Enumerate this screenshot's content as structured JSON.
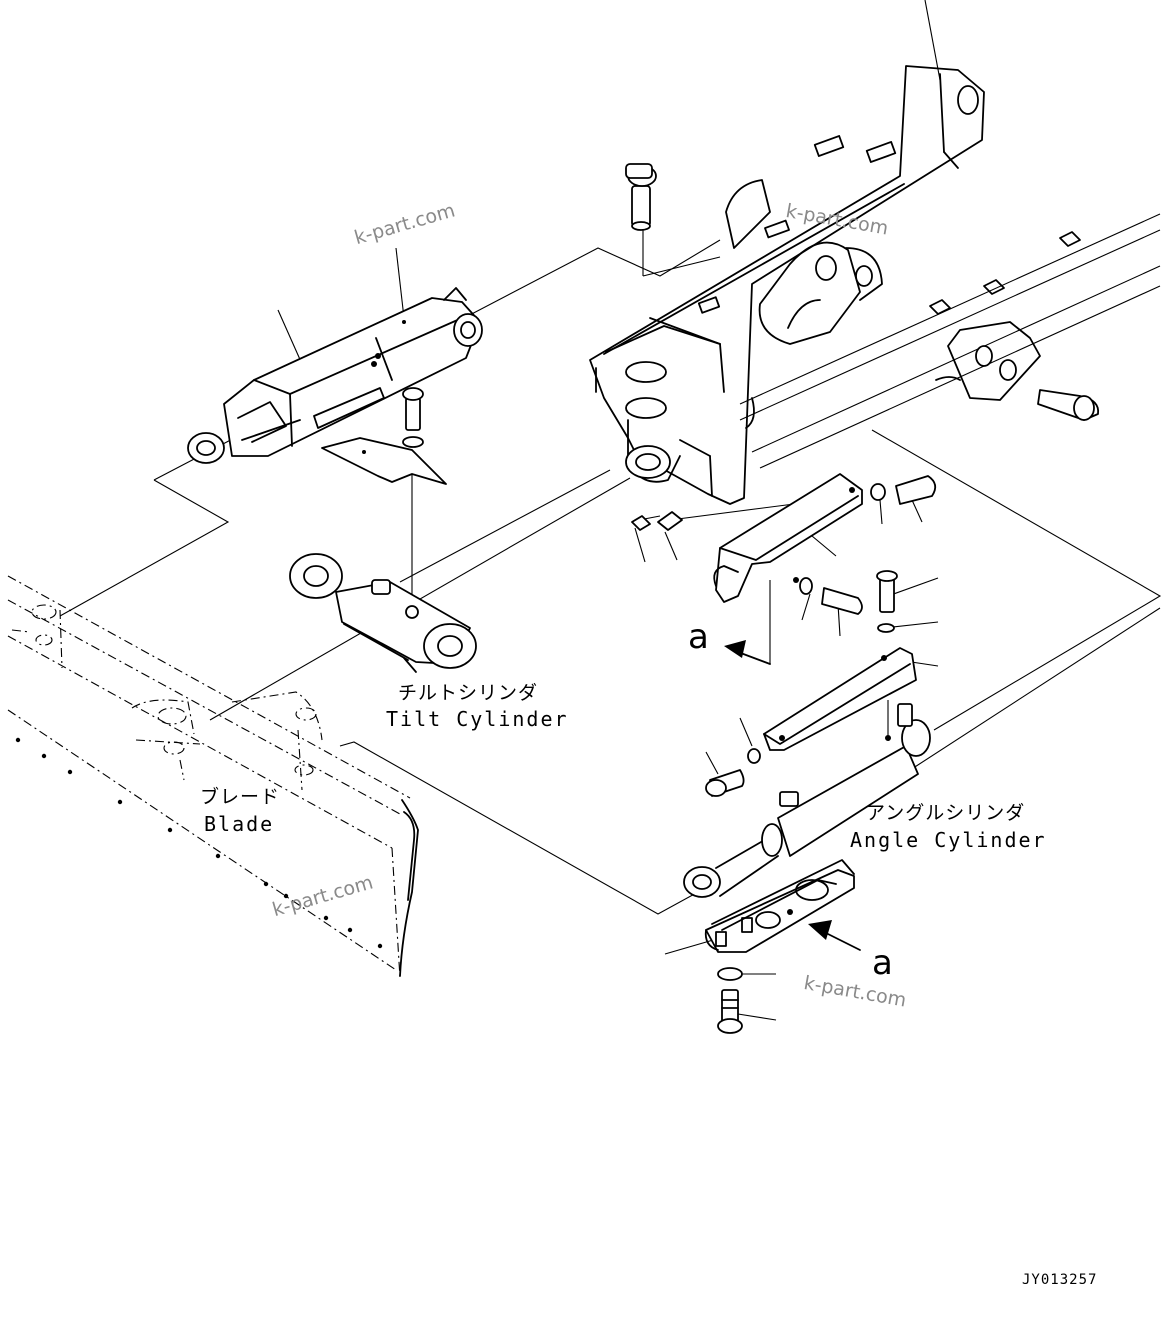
{
  "labels": {
    "tilt_cylinder_jp": "チルトシリンダ",
    "tilt_cylinder_en": "Tilt Cylinder",
    "blade_jp": "ブレード",
    "blade_en": "Blade",
    "angle_cylinder_jp": "アングルシリンダ",
    "angle_cylinder_en": "Angle Cylinder",
    "view_marker_upper": "a",
    "view_marker_lower": "a",
    "drawing_code": "JY013257"
  },
  "watermarks": [
    "k-part.com",
    "k-part.com",
    "k-part.com",
    "k-part.com"
  ],
  "colors": {
    "line": "#000000",
    "watermark": "#8a8a8a",
    "background": "#ffffff"
  }
}
